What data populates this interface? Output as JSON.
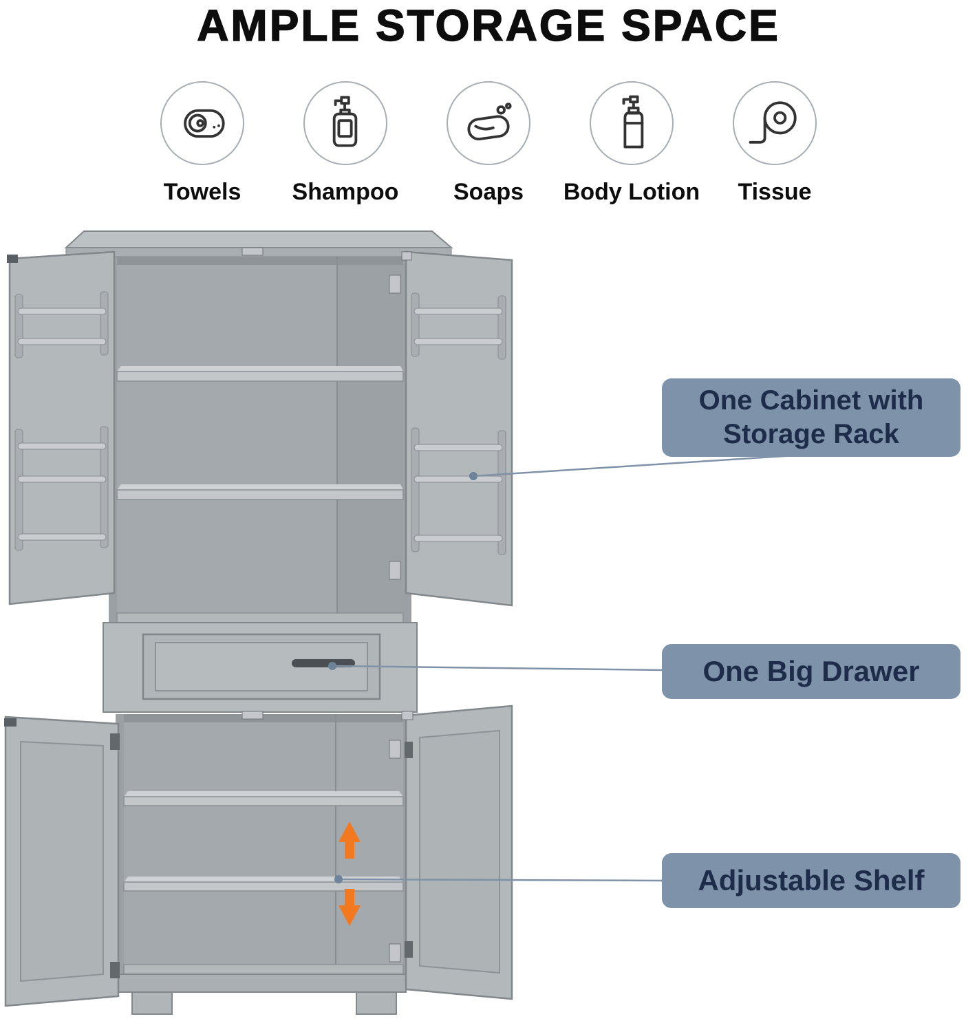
{
  "title": "AMPLE STORAGE SPACE",
  "features": [
    {
      "label": "Towels",
      "icon": "towel-icon"
    },
    {
      "label": "Shampoo",
      "icon": "shampoo-icon"
    },
    {
      "label": "Soaps",
      "icon": "soap-icon"
    },
    {
      "label": "Body Lotion",
      "icon": "body-lotion-icon"
    },
    {
      "label": "Tissue",
      "icon": "tissue-icon"
    }
  ],
  "callouts": [
    {
      "line1": "One Cabinet with",
      "line2": "Storage Rack"
    },
    {
      "line1": "One Big Drawer"
    },
    {
      "line1": "Adjustable Shelf"
    }
  ],
  "colors": {
    "callout_bg": "#7e92a9",
    "callout_text": "#1c2c49",
    "accent_orange": "#f2791f",
    "cabinet_gray": "#b3b8bb",
    "outline_gray": "#81878a"
  }
}
